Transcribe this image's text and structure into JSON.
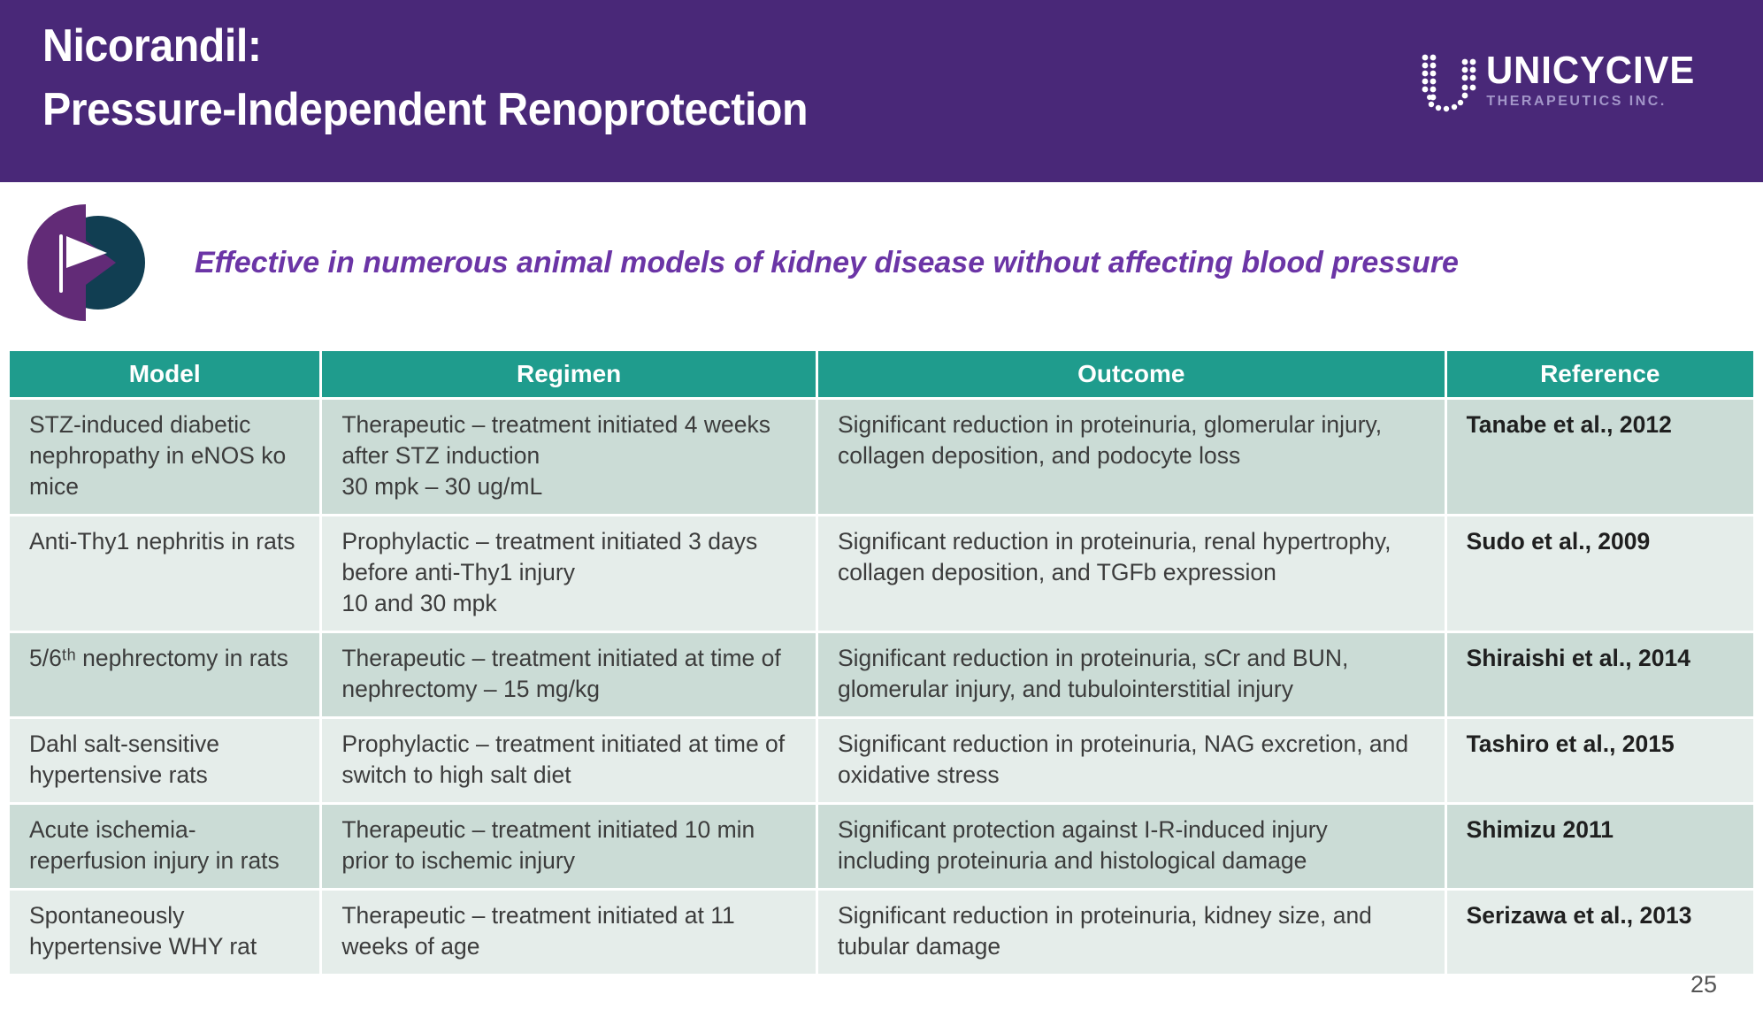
{
  "header": {
    "title_line1": "Nicorandil:",
    "title_line2": "Pressure-Independent Renoprotection"
  },
  "logo": {
    "name": "UNICYCIVE",
    "subname": "THERAPEUTICS INC."
  },
  "callout": {
    "icon": "flag-icon",
    "text": "Effective in numerous animal models of kidney disease without affecting blood pressure"
  },
  "table": {
    "headers": [
      "Model",
      "Regimen",
      "Outcome",
      "Reference"
    ],
    "rows": [
      {
        "model": "STZ-induced diabetic nephropathy in eNOS ko mice",
        "regimen_lines": [
          "Therapeutic – treatment initiated 4 weeks after STZ induction",
          "30 mpk – 30 ug/mL"
        ],
        "outcome": "Significant reduction in proteinuria, glomerular injury, collagen deposition, and podocyte loss",
        "reference": "Tanabe et al., 2012"
      },
      {
        "model": "Anti-Thy1 nephritis in rats",
        "regimen_lines": [
          "Prophylactic – treatment initiated 3 days before anti-Thy1 injury",
          "10 and 30 mpk"
        ],
        "outcome": "Significant reduction in proteinuria, renal hypertrophy, collagen deposition, and TGFb expression",
        "reference": "Sudo et al., 2009"
      },
      {
        "model": "5/6ᵗʰ nephrectomy in rats",
        "regimen_lines": [
          "Therapeutic – treatment initiated at time of nephrectomy – 15 mg/kg"
        ],
        "outcome": "Significant reduction in proteinuria, sCr and BUN, glomerular injury, and tubulointerstitial injury",
        "reference": "Shiraishi et al., 2014"
      },
      {
        "model": "Dahl salt-sensitive hypertensive rats",
        "regimen_lines": [
          "Prophylactic – treatment initiated at time of switch to high salt diet"
        ],
        "outcome": "Significant reduction in proteinuria, NAG excretion, and oxidative stress",
        "reference": "Tashiro et al., 2015"
      },
      {
        "model": "Acute ischemia-reperfusion injury in rats",
        "regimen_lines": [
          "Therapeutic – treatment initiated 10 min prior to ischemic injury"
        ],
        "outcome": "Significant protection against I-R-induced injury including proteinuria and histological damage",
        "reference": "Shimizu 2011"
      },
      {
        "model": "Spontaneously hypertensive WHY rat",
        "regimen_lines": [
          "Therapeutic – treatment initiated at 11 weeks of age"
        ],
        "outcome": "Significant reduction in proteinuria, kidney size, and tubular damage",
        "reference": "Serizawa et al., 2013"
      }
    ]
  },
  "footer": {
    "page_number": "25"
  },
  "colors": {
    "header_bg": "#492878",
    "accent_teal": "#1F9C8D",
    "row_dark": "#CBDCD6",
    "row_light": "#E5EDEA",
    "subtitle_purple": "#6B35A6",
    "icon_purple": "#622B77",
    "icon_teal": "#113E52"
  }
}
